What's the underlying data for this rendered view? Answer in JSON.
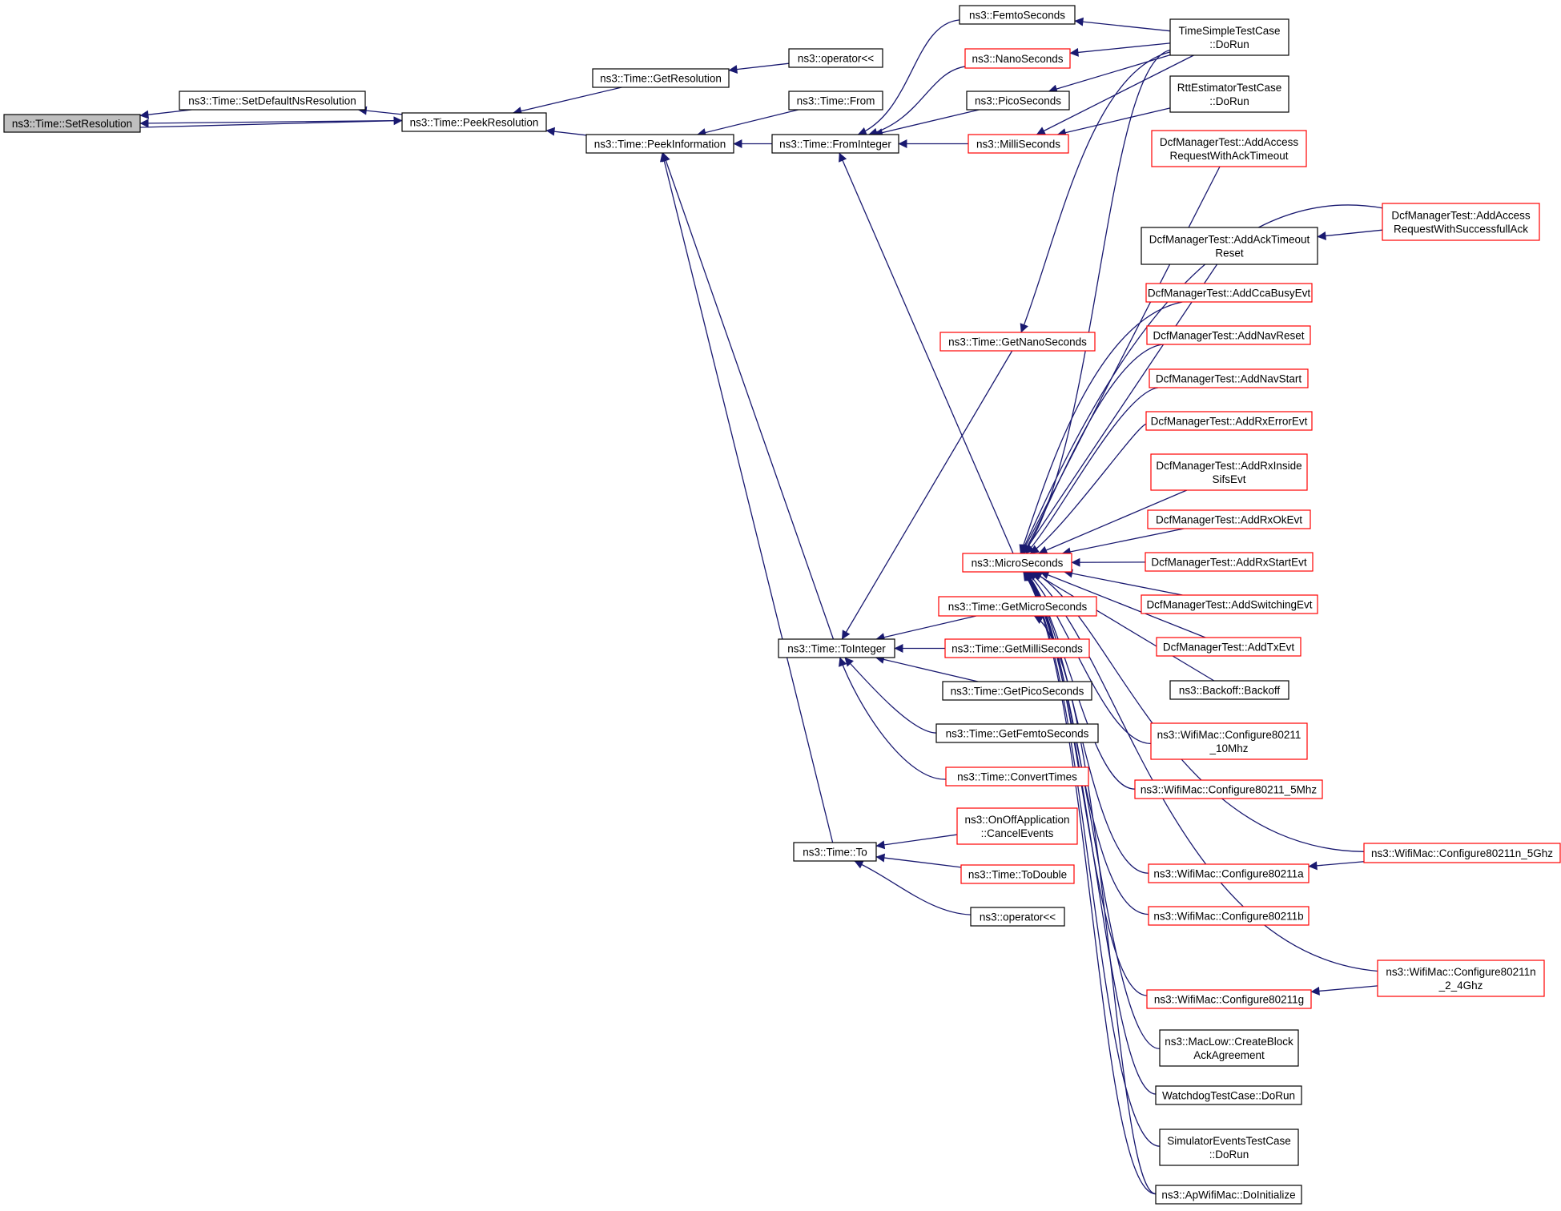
{
  "colors": {
    "edge": "#191970",
    "normal_border": "#000000",
    "red_border": "#ff0000",
    "root_fill": "#bfbfbf",
    "background": "#ffffff"
  },
  "nodes": [
    {
      "id": "setres",
      "lines": [
        "ns3::Time::SetResolution"
      ],
      "style": "root"
    },
    {
      "id": "setdef",
      "lines": [
        "ns3::Time::SetDefaultNsResolution"
      ],
      "style": "black"
    },
    {
      "id": "peekres",
      "lines": [
        "ns3::Time::PeekResolution"
      ],
      "style": "black"
    },
    {
      "id": "getres",
      "lines": [
        "ns3::Time::GetResolution"
      ],
      "style": "black"
    },
    {
      "id": "opll1",
      "lines": [
        "ns3::operator<<"
      ],
      "style": "black"
    },
    {
      "id": "peekinfo",
      "lines": [
        "ns3::Time::PeekInformation"
      ],
      "style": "black"
    },
    {
      "id": "from",
      "lines": [
        "ns3::Time::From"
      ],
      "style": "black"
    },
    {
      "id": "fromint",
      "lines": [
        "ns3::Time::FromInteger"
      ],
      "style": "black"
    },
    {
      "id": "femto",
      "lines": [
        "ns3::FemtoSeconds"
      ],
      "style": "black"
    },
    {
      "id": "nano",
      "lines": [
        "ns3::NanoSeconds"
      ],
      "style": "red"
    },
    {
      "id": "pico",
      "lines": [
        "ns3::PicoSeconds"
      ],
      "style": "black"
    },
    {
      "id": "milli",
      "lines": [
        "ns3::MilliSeconds"
      ],
      "style": "red"
    },
    {
      "id": "timesimple",
      "lines": [
        "TimeSimpleTestCase",
        "::DoRun"
      ],
      "style": "black"
    },
    {
      "id": "rtt",
      "lines": [
        "RttEstimatorTestCase",
        "::DoRun"
      ],
      "style": "black"
    },
    {
      "id": "ackto",
      "lines": [
        "DcfManagerTest::AddAccess",
        "RequestWithAckTimeout"
      ],
      "style": "red"
    },
    {
      "id": "succack",
      "lines": [
        "DcfManagerTest::AddAccess",
        "RequestWithSuccessfullAck"
      ],
      "style": "red"
    },
    {
      "id": "acktoreset",
      "lines": [
        "DcfManagerTest::AddAckTimeout",
        "Reset"
      ],
      "style": "black"
    },
    {
      "id": "ccabusy",
      "lines": [
        "DcfManagerTest::AddCcaBusyEvt"
      ],
      "style": "red"
    },
    {
      "id": "navreset",
      "lines": [
        "DcfManagerTest::AddNavReset"
      ],
      "style": "red"
    },
    {
      "id": "navstart",
      "lines": [
        "DcfManagerTest::AddNavStart"
      ],
      "style": "red"
    },
    {
      "id": "rxerr",
      "lines": [
        "DcfManagerTest::AddRxErrorEvt"
      ],
      "style": "red"
    },
    {
      "id": "rxinside",
      "lines": [
        "DcfManagerTest::AddRxInside",
        "SifsEvt"
      ],
      "style": "red"
    },
    {
      "id": "rxok",
      "lines": [
        "DcfManagerTest::AddRxOkEvt"
      ],
      "style": "red"
    },
    {
      "id": "rxstart",
      "lines": [
        "DcfManagerTest::AddRxStartEvt"
      ],
      "style": "red"
    },
    {
      "id": "switching",
      "lines": [
        "DcfManagerTest::AddSwitchingEvt"
      ],
      "style": "red"
    },
    {
      "id": "txevt",
      "lines": [
        "DcfManagerTest::AddTxEvt"
      ],
      "style": "red"
    },
    {
      "id": "getnano",
      "lines": [
        "ns3::Time::GetNanoSeconds"
      ],
      "style": "red"
    },
    {
      "id": "micro",
      "lines": [
        "ns3::MicroSeconds"
      ],
      "style": "red"
    },
    {
      "id": "backoff",
      "lines": [
        "ns3::Backoff::Backoff"
      ],
      "style": "black"
    },
    {
      "id": "c10",
      "lines": [
        "ns3::WifiMac::Configure80211",
        "_10Mhz"
      ],
      "style": "red"
    },
    {
      "id": "c5",
      "lines": [
        "ns3::WifiMac::Configure80211_5Mhz"
      ],
      "style": "red"
    },
    {
      "id": "cn5",
      "lines": [
        "ns3::WifiMac::Configure80211n_5Ghz"
      ],
      "style": "red"
    },
    {
      "id": "ca",
      "lines": [
        "ns3::WifiMac::Configure80211a"
      ],
      "style": "red"
    },
    {
      "id": "cb",
      "lines": [
        "ns3::WifiMac::Configure80211b"
      ],
      "style": "red"
    },
    {
      "id": "cn24",
      "lines": [
        "ns3::WifiMac::Configure80211n",
        "_2_4Ghz"
      ],
      "style": "red"
    },
    {
      "id": "cg",
      "lines": [
        "ns3::WifiMac::Configure80211g"
      ],
      "style": "red"
    },
    {
      "id": "createblock",
      "lines": [
        "ns3::MacLow::CreateBlock",
        "AckAgreement"
      ],
      "style": "black"
    },
    {
      "id": "watchdog",
      "lines": [
        "WatchdogTestCase::DoRun"
      ],
      "style": "black"
    },
    {
      "id": "simevents",
      "lines": [
        "SimulatorEventsTestCase",
        "::DoRun"
      ],
      "style": "black"
    },
    {
      "id": "apwifi",
      "lines": [
        "ns3::ApWifiMac::DoInitialize"
      ],
      "style": "black"
    },
    {
      "id": "toint",
      "lines": [
        "ns3::Time::ToInteger"
      ],
      "style": "black"
    },
    {
      "id": "getmicro",
      "lines": [
        "ns3::Time::GetMicroSeconds"
      ],
      "style": "red"
    },
    {
      "id": "getmilli",
      "lines": [
        "ns3::Time::GetMilliSeconds"
      ],
      "style": "red"
    },
    {
      "id": "getpico",
      "lines": [
        "ns3::Time::GetPicoSeconds"
      ],
      "style": "black"
    },
    {
      "id": "getfemto",
      "lines": [
        "ns3::Time::GetFemtoSeconds"
      ],
      "style": "black"
    },
    {
      "id": "convtimes",
      "lines": [
        "ns3::Time::ConvertTimes"
      ],
      "style": "red"
    },
    {
      "id": "to",
      "lines": [
        "ns3::Time::To"
      ],
      "style": "black"
    },
    {
      "id": "onoff",
      "lines": [
        "ns3::OnOffApplication",
        "::CancelEvents"
      ],
      "style": "red"
    },
    {
      "id": "todouble",
      "lines": [
        "ns3::Time::ToDouble"
      ],
      "style": "red"
    },
    {
      "id": "opll2",
      "lines": [
        "ns3::operator<<"
      ],
      "style": "black"
    }
  ],
  "edges": [
    {
      "from": "setdef",
      "to": "setres"
    },
    {
      "from": "peekres",
      "to": "setres"
    },
    {
      "from": "setres",
      "to": "peekres"
    },
    {
      "from": "peekres",
      "to": "setdef"
    },
    {
      "from": "getres",
      "to": "peekres"
    },
    {
      "from": "peekinfo",
      "to": "peekres"
    },
    {
      "from": "opll1",
      "to": "getres"
    },
    {
      "from": "from",
      "to": "peekinfo"
    },
    {
      "from": "fromint",
      "to": "peekinfo"
    },
    {
      "from": "toint",
      "to": "peekinfo"
    },
    {
      "from": "to",
      "to": "peekinfo"
    },
    {
      "from": "femto",
      "to": "fromint"
    },
    {
      "from": "nano",
      "to": "fromint"
    },
    {
      "from": "pico",
      "to": "fromint"
    },
    {
      "from": "milli",
      "to": "fromint"
    },
    {
      "from": "micro",
      "to": "fromint"
    },
    {
      "from": "timesimple",
      "to": "femto"
    },
    {
      "from": "timesimple",
      "to": "nano"
    },
    {
      "from": "timesimple",
      "to": "pico"
    },
    {
      "from": "timesimple",
      "to": "milli"
    },
    {
      "from": "rtt",
      "to": "milli"
    },
    {
      "from": "timesimple",
      "to": "getnano"
    },
    {
      "from": "timesimple",
      "to": "micro"
    },
    {
      "from": "ackto",
      "to": "micro"
    },
    {
      "from": "succack",
      "to": "micro"
    },
    {
      "from": "acktoreset",
      "to": "micro"
    },
    {
      "from": "succack",
      "to": "acktoreset"
    },
    {
      "from": "ccabusy",
      "to": "micro"
    },
    {
      "from": "navreset",
      "to": "micro"
    },
    {
      "from": "navstart",
      "to": "micro"
    },
    {
      "from": "rxerr",
      "to": "micro"
    },
    {
      "from": "rxinside",
      "to": "micro"
    },
    {
      "from": "rxok",
      "to": "micro"
    },
    {
      "from": "rxstart",
      "to": "micro"
    },
    {
      "from": "switching",
      "to": "micro"
    },
    {
      "from": "txevt",
      "to": "micro"
    },
    {
      "from": "backoff",
      "to": "micro"
    },
    {
      "from": "c10",
      "to": "micro"
    },
    {
      "from": "c5",
      "to": "micro"
    },
    {
      "from": "cn5",
      "to": "micro"
    },
    {
      "from": "ca",
      "to": "micro"
    },
    {
      "from": "cb",
      "to": "micro"
    },
    {
      "from": "cn24",
      "to": "micro"
    },
    {
      "from": "cg",
      "to": "micro"
    },
    {
      "from": "createblock",
      "to": "micro"
    },
    {
      "from": "watchdog",
      "to": "micro"
    },
    {
      "from": "simevents",
      "to": "micro"
    },
    {
      "from": "apwifi",
      "to": "micro"
    },
    {
      "from": "cn5",
      "to": "ca"
    },
    {
      "from": "cn24",
      "to": "cg"
    },
    {
      "from": "getnano",
      "to": "toint"
    },
    {
      "from": "getmicro",
      "to": "toint"
    },
    {
      "from": "getmilli",
      "to": "toint"
    },
    {
      "from": "getpico",
      "to": "toint"
    },
    {
      "from": "getfemto",
      "to": "toint"
    },
    {
      "from": "convtimes",
      "to": "toint"
    },
    {
      "from": "apwifi",
      "to": "getmicro"
    },
    {
      "from": "onoff",
      "to": "to"
    },
    {
      "from": "todouble",
      "to": "to"
    },
    {
      "from": "opll2",
      "to": "to"
    }
  ]
}
